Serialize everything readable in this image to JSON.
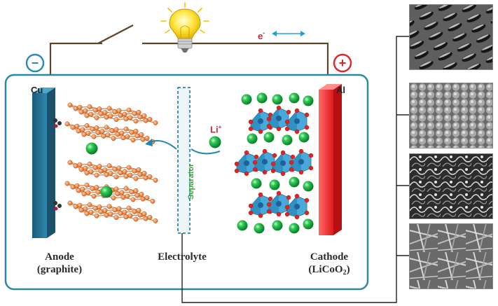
{
  "circuit": {
    "terminal_negative": "−",
    "terminal_positive": "+",
    "electron_label": "e",
    "electron_sup": "-",
    "colors": {
      "wire": "#5a4528",
      "negative": "#2a8ab0",
      "positive": "#e0262b",
      "electron_arrow": "#1ea0d8",
      "electron_text": "#d0252b"
    }
  },
  "collectors": {
    "anode_metal": "Cu",
    "cathode_metal": "Al"
  },
  "ion": {
    "label": "Li",
    "sup": "+"
  },
  "separator": {
    "label": "Separator"
  },
  "labels": {
    "anode_title": "Anode",
    "anode_material": "(graphite)",
    "electrolyte": "Electrolyte",
    "cathode_title": "Cathode",
    "cathode_material_prefix": "(LiCoO",
    "cathode_material_sub": "2",
    "cathode_material_suffix": ")"
  },
  "sem_images": [
    "sem-image-1",
    "sem-image-2",
    "sem-image-3",
    "sem-image-4"
  ]
}
